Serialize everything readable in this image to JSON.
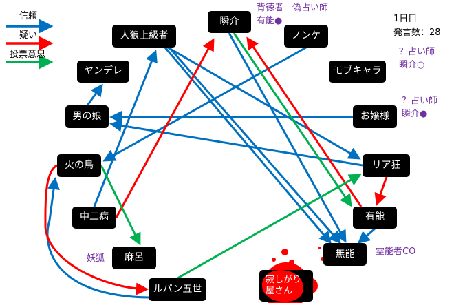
{
  "legend": [
    {
      "label": "信頼",
      "color": "#0070c0"
    },
    {
      "label": "疑い",
      "color": "#ff0000"
    },
    {
      "label": "投票意思",
      "color": "#00b050"
    }
  ],
  "info": {
    "day": "1日目",
    "speech_count": "発言数：28"
  },
  "nodes": {
    "shunsuke": "瞬介",
    "jinro": "人狼上級者",
    "nonke": "ノンケ",
    "yandere": "ヤンデレ",
    "mob": "モブキャラ",
    "otokonoko": "男の娘",
    "ojousama": "お嬢様",
    "hinotori": "火の鳥",
    "riakyo": "リア狂",
    "chuni": "中二病",
    "yuno": "有能",
    "maro": "麻呂",
    "muno": "無能",
    "lupin": "ルパン五世",
    "sabishigari": "寂しがり屋さん"
  },
  "dead_node": "sabishigari",
  "annotations": {
    "shunsuke_role": "背徳者　偽占い師",
    "shunsuke_result": "有能●",
    "mob_role": "？占い師",
    "mob_result": "瞬介○",
    "ojousama_role": "？占い師",
    "ojousama_result": "瞬介●",
    "maro_role": "妖狐",
    "muno_role": "霊能者CO"
  },
  "edges": [
    {
      "type": "trust",
      "from": "otokonoko",
      "to": "yandere"
    },
    {
      "type": "trust",
      "from": "chuni",
      "to": "jinro"
    },
    {
      "type": "trust",
      "from": "jinro",
      "to": "muno"
    },
    {
      "type": "trust",
      "from": "jinro",
      "to": "muno"
    },
    {
      "type": "trust",
      "from": "jinro",
      "to": "riakyo"
    },
    {
      "type": "trust",
      "from": "ojousama",
      "to": "otokonoko"
    },
    {
      "type": "trust",
      "from": "riakyo",
      "to": "otokonoko"
    },
    {
      "type": "trust",
      "from": "nonke",
      "to": "hinotori"
    },
    {
      "type": "trust",
      "from": "shunsuke",
      "to": "muno"
    },
    {
      "type": "trust",
      "from": "yuno",
      "to": "muno"
    },
    {
      "type": "trust",
      "from": "lupin",
      "to": "hinotori"
    },
    {
      "type": "doubt",
      "from": "chuni",
      "to": "shunsuke"
    },
    {
      "type": "doubt",
      "from": "yuno",
      "to": "shunsuke"
    },
    {
      "type": "doubt",
      "from": "riakyo",
      "to": "yuno"
    },
    {
      "type": "doubt",
      "from": "hinotori",
      "to": "lupin"
    },
    {
      "type": "vote",
      "from": "shunsuke",
      "to": "yuno"
    },
    {
      "type": "vote",
      "from": "hinotori",
      "to": "maro"
    },
    {
      "type": "vote",
      "from": "lupin",
      "to": "riakyo"
    }
  ],
  "colors": {
    "trust": "#0070c0",
    "doubt": "#ff0000",
    "vote": "#00b050",
    "annotation": "#7030a0",
    "blood": "#ff0000"
  }
}
